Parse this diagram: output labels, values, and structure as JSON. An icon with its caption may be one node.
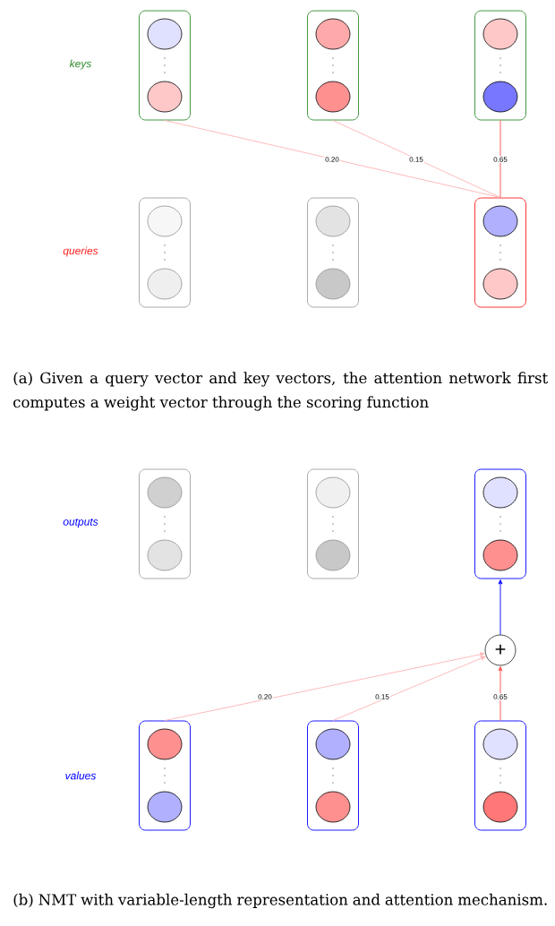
{
  "diagram": {
    "nodes": [
      {
        "text": [],
        "shape": "box"
      },
      {
        "text": [],
        "shape": "circle",
        "in": 0
      },
      {
        "text": [],
        "shape": "circle",
        "in": 0
      },
      {
        "text": [],
        "shape": "box"
      },
      {
        "text": [],
        "shape": "circle",
        "in": 3
      },
      {
        "text": [],
        "shape": "circle",
        "in": 3
      },
      {
        "text": [],
        "shape": "box"
      },
      {
        "text": [],
        "shape": "circle",
        "in": 6
      },
      {
        "text": [],
        "shape": "circle",
        "in": 6
      },
      {
        "text": [],
        "shape": "box"
      },
      {
        "text": [],
        "shape": "circle",
        "in": 9
      },
      {
        "text": [],
        "shape": "circle",
        "in": 9
      },
      {
        "text": [],
        "shape": "box"
      },
      {
        "text": [],
        "shape": "circle",
        "in": 12
      },
      {
        "text": [],
        "shape": "circle",
        "in": 12
      },
      {
        "text": [],
        "shape": "box"
      },
      {
        "text": [],
        "shape": "circle",
        "in": 15
      },
      {
        "text": [],
        "shape": "circle",
        "in": 15
      },
      {
        "text": [],
        "shape": "box"
      },
      {
        "text": [],
        "shape": "circle",
        "in": 18
      },
      {
        "text": [],
        "shape": "circle",
        "in": 18
      },
      {
        "text": [],
        "shape": "box"
      },
      {
        "text": [],
        "shape": "circle",
        "in": 21
      },
      {
        "text": [],
        "shape": "circle",
        "in": 21
      },
      {
        "text": [],
        "shape": "box"
      },
      {
        "text": [],
        "shape": "circle",
        "in": 24
      },
      {
        "text": [],
        "shape": "circle",
        "in": 24
      },
      {
        "text": [
          "+"
        ]
      },
      {
        "text": [],
        "shape": "box"
      },
      {
        "text": [],
        "shape": "circle",
        "in": 28
      },
      {
        "text": [],
        "shape": "circle",
        "in": 28
      },
      {
        "text": [],
        "shape": "box"
      },
      {
        "text": [],
        "shape": "circle",
        "in": 31
      },
      {
        "text": [],
        "shape": "circle",
        "in": 31
      },
      {
        "text": [],
        "shape": "box"
      },
      {
        "text": [],
        "shape": "circle",
        "in": 34
      },
      {
        "text": [],
        "shape": "circle",
        "in": 34
      }
    ],
    "edges": [
      {
        "from": 0,
        "to": 15,
        "arrow": "none",
        "label": "0.20",
        "color": "#ffb3b3"
      },
      {
        "from": 3,
        "to": 15,
        "arrow": "none",
        "label": "0.15",
        "color": "#ffb3b3"
      },
      {
        "from": 6,
        "to": 15,
        "arrow": "none",
        "label": "0.65",
        "color": "#ff4d4d"
      },
      {
        "from": 28,
        "to": 27,
        "arrow": "to",
        "label": "0.20",
        "color": "#ffb3b3"
      },
      {
        "from": 31,
        "to": 27,
        "arrow": "to",
        "label": "0.15",
        "color": "#ffb3b3"
      },
      {
        "from": 34,
        "to": 27,
        "arrow": "to",
        "label": "0.65",
        "color": "#ff4d4d"
      },
      {
        "from": 27,
        "to": 24,
        "arrow": "to",
        "color": "#0000ff"
      }
    ],
    "labels": [
      "keys",
      "queries",
      "(a) Given a query vector and key vectors, the attention network first computes a weight vector through the scoring function",
      "outputs",
      "values",
      "(b) NMT with variable-length representation and attention mechanism."
    ]
  }
}
